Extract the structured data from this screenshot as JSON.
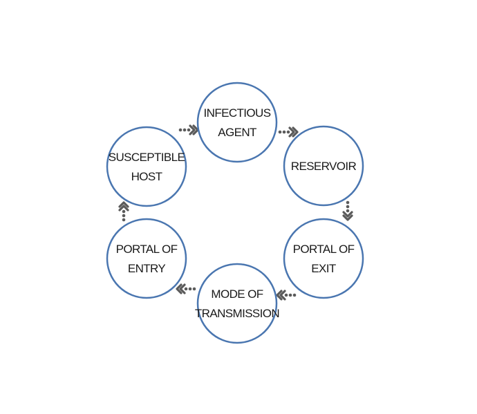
{
  "diagram": {
    "nodes": [
      {
        "id": "infectious-agent",
        "lines": [
          "INFECTIOUS",
          "AGENT"
        ]
      },
      {
        "id": "reservoir",
        "lines": [
          "RESERVOIR"
        ]
      },
      {
        "id": "portal-of-exit",
        "lines": [
          "PORTAL OF",
          "EXIT"
        ]
      },
      {
        "id": "mode-of-transmission",
        "lines": [
          "MODE OF",
          "TRANSMISSION"
        ]
      },
      {
        "id": "portal-of-entry",
        "lines": [
          "PORTAL OF",
          "ENTRY"
        ]
      },
      {
        "id": "susceptible-host",
        "lines": [
          "SUSCEPTIBLE",
          "HOST"
        ]
      }
    ],
    "edges": [
      {
        "from": "infectious-agent",
        "to": "reservoir"
      },
      {
        "from": "reservoir",
        "to": "portal-of-exit"
      },
      {
        "from": "portal-of-exit",
        "to": "mode-of-transmission"
      },
      {
        "from": "mode-of-transmission",
        "to": "portal-of-entry"
      },
      {
        "from": "portal-of-entry",
        "to": "susceptible-host"
      },
      {
        "from": "susceptible-host",
        "to": "infectious-agent"
      }
    ],
    "colors": {
      "circle_stroke": "#4a76b0",
      "arrow": "#5a5a5a",
      "text": "#1a1a1a"
    }
  }
}
